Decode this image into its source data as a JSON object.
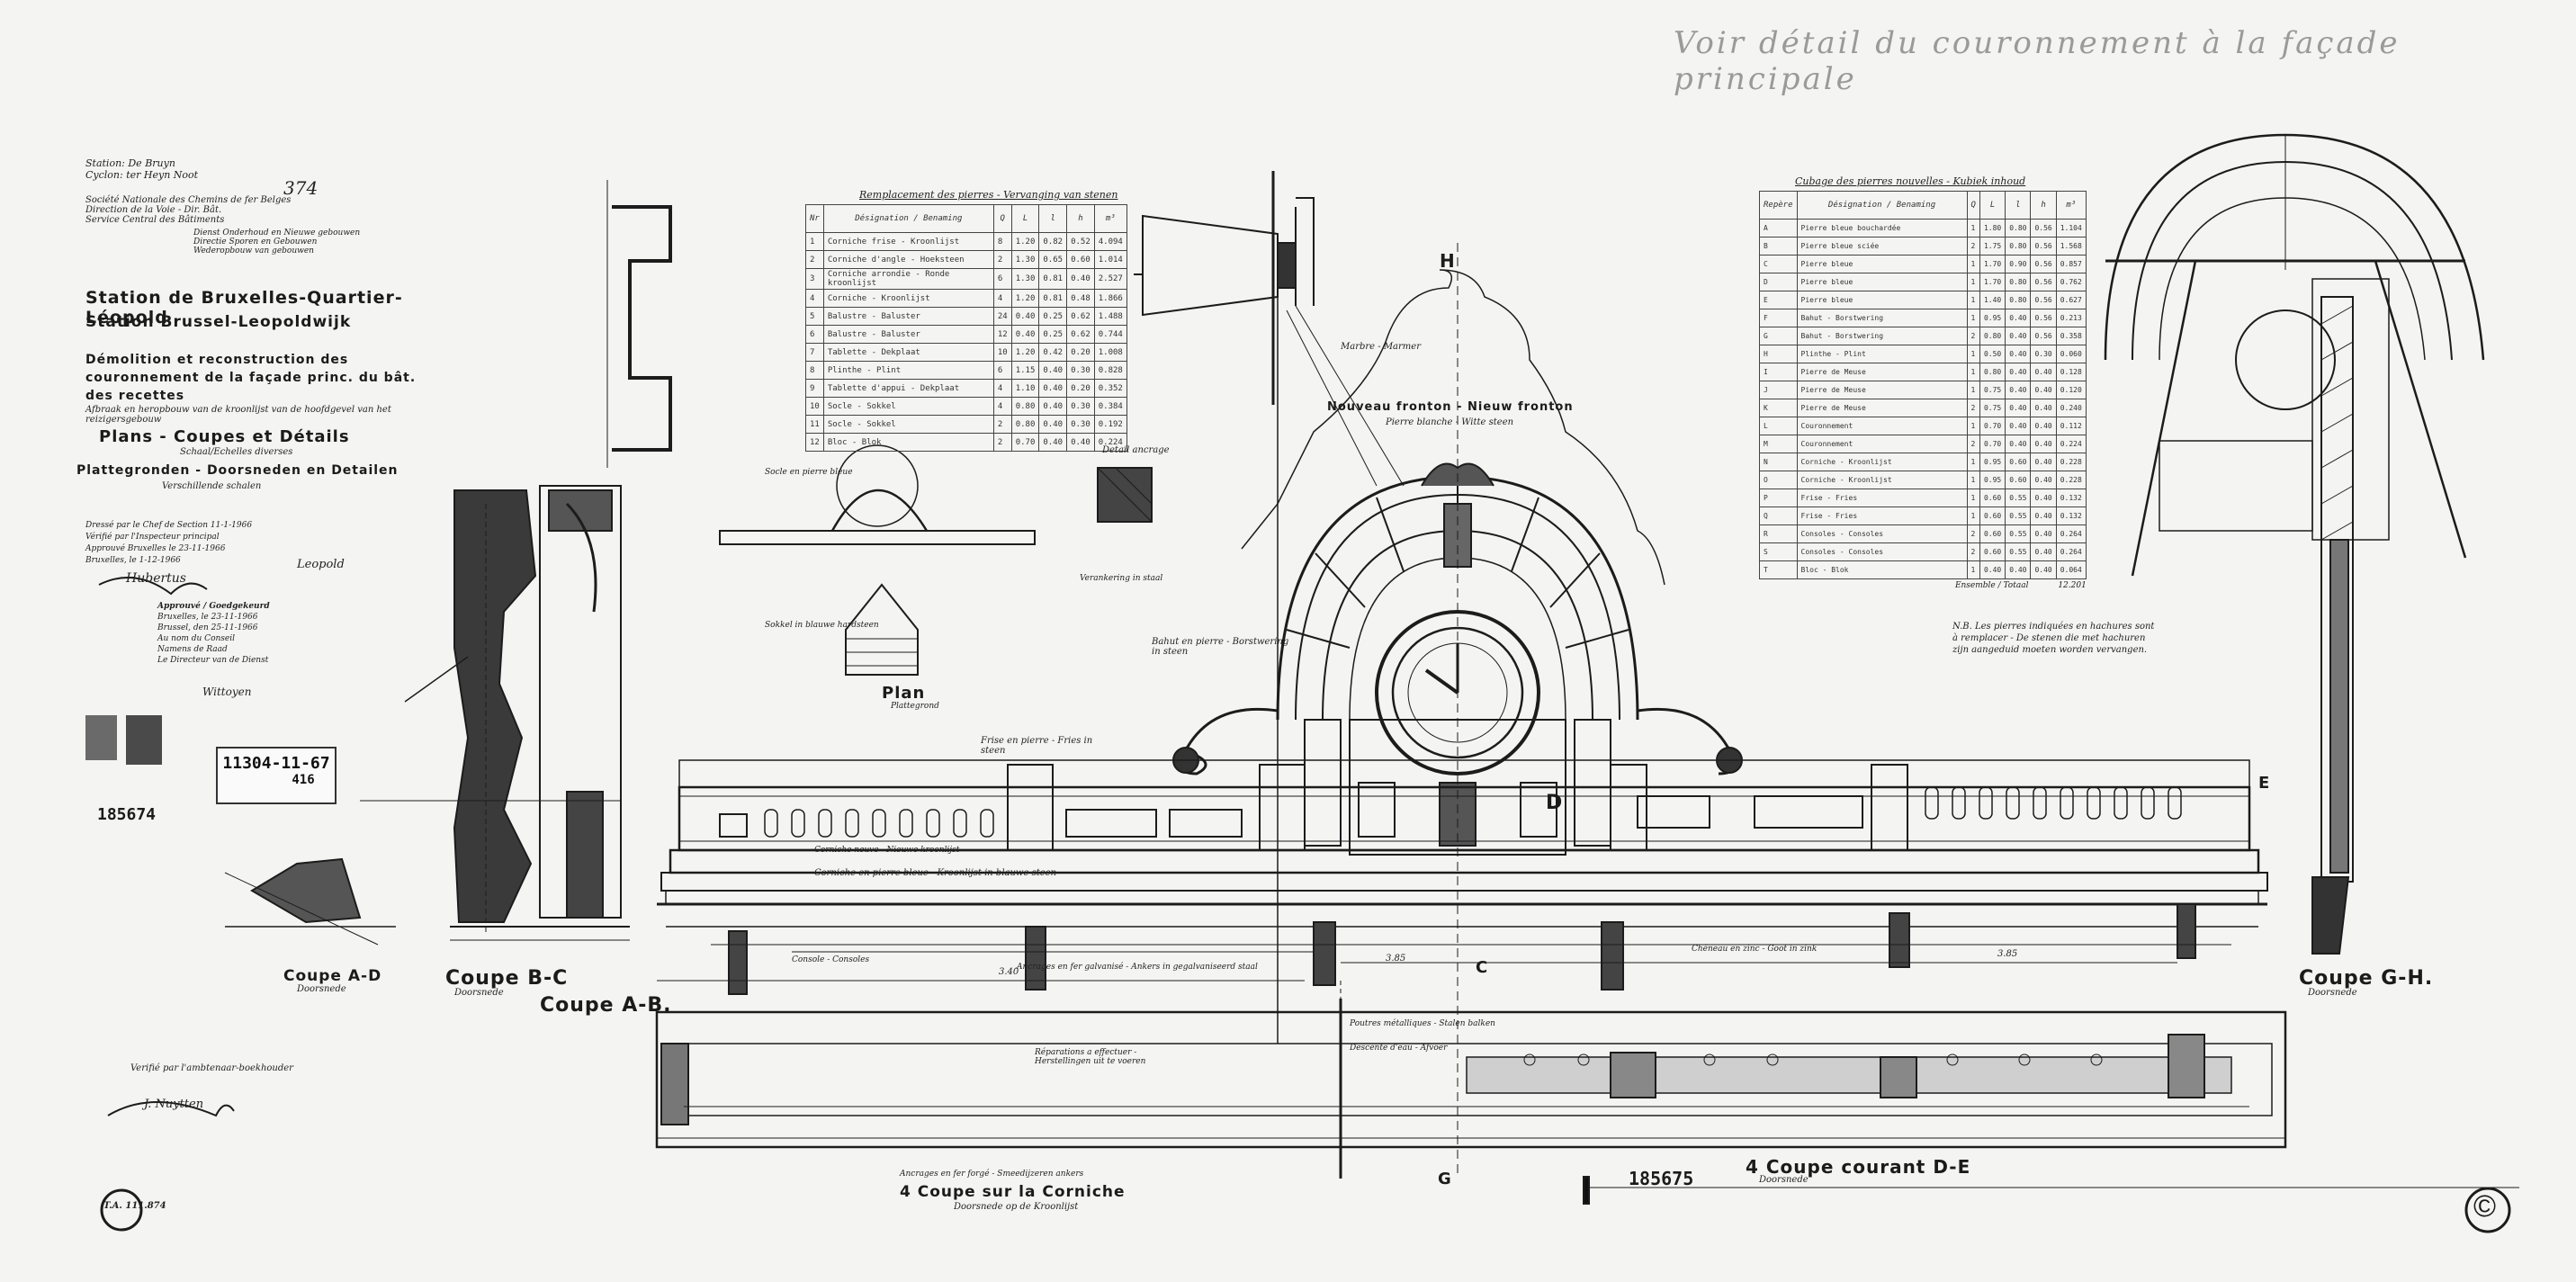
{
  "title_block": {
    "header_small": [
      "Station: De Bruyn",
      "Cyclon: ter Heyn Noot"
    ],
    "number": "374",
    "org_lines": [
      "Société Nationale des Chemins de fer Belges",
      "Direction de la Voie - Dir. Bât.",
      "Service Central des Bâtiments"
    ],
    "dept_lines": [
      "Dienst Onderhoud en Nieuwe gebouwen",
      "Directie Sporen en Gebouwen",
      "Wederopbouw van gebouwen"
    ],
    "station": "Station de Bruxelles-Quartier-Léopold",
    "station_nl": "Station Brussel-Leopoldwijk",
    "project": "Démolition et reconstruction des couronnement de la façade princ. du bât. des recettes",
    "project_nl": "Afbraak en heropbouw van de kroonlijst van de hoofdgevel van het reizigersgebouw",
    "plans": "Plans - Coupes et Détails",
    "plans_sub": "Schaal/Echelles diverses",
    "sections": "Plattegronden - Doorsneden en Detailen",
    "sections_sub": "Verschillende schalen",
    "approvals": [
      "Dressé par le Chef de Section 11-1-1966",
      "Vérifié par l'Inspecteur principal",
      "Approuvé Bruxelles le 23-11-1966",
      "Bruxelles, le 1-12-1966"
    ],
    "signature1": "Hubertus",
    "signature2": "Leopold",
    "approved_label": "Approuvé / Goedgekeurd",
    "approved_lines": [
      "Bruxelles, le 23-11-1966",
      "Brussel, den 25-11-1966",
      "Au nom du Conseil",
      "Namens de Raad",
      "Le Directeur van de Dienst"
    ],
    "signature3": "Wittoyen"
  },
  "stamps": {
    "date_stamp": "11304-11-67",
    "sub_code": "416",
    "archive_left": "185674",
    "archive_bottom": "185675",
    "plan_no": "T.A. 111.874",
    "copyright": "©"
  },
  "tables": {
    "left": {
      "heading": "Remplacement des pierres - Vervanging van stenen",
      "columns": [
        "Nr",
        "Désignation / Benaming",
        "Q",
        "L",
        "l",
        "h",
        "m³"
      ],
      "rows": [
        [
          "1",
          "Corniche frise - Kroonlijst",
          "8",
          "1.20",
          "0.82",
          "0.52",
          "4.094"
        ],
        [
          "2",
          "Corniche d'angle - Hoeksteen",
          "2",
          "1.30",
          "0.65",
          "0.60",
          "1.014"
        ],
        [
          "3",
          "Corniche arrondie - Ronde kroonlijst",
          "6",
          "1.30",
          "0.81",
          "0.40",
          "2.527"
        ],
        [
          "4",
          "Corniche - Kroonlijst",
          "4",
          "1.20",
          "0.81",
          "0.48",
          "1.866"
        ],
        [
          "5",
          "Balustre - Baluster",
          "24",
          "0.40",
          "0.25",
          "0.62",
          "1.488"
        ],
        [
          "6",
          "Balustre - Baluster",
          "12",
          "0.40",
          "0.25",
          "0.62",
          "0.744"
        ],
        [
          "7",
          "Tablette - Dekplaat",
          "10",
          "1.20",
          "0.42",
          "0.20",
          "1.008"
        ],
        [
          "8",
          "Plinthe - Plint",
          "6",
          "1.15",
          "0.40",
          "0.30",
          "0.828"
        ],
        [
          "9",
          "Tablette d'appui - Dekplaat",
          "4",
          "1.10",
          "0.40",
          "0.20",
          "0.352"
        ],
        [
          "10",
          "Socle - Sokkel",
          "4",
          "0.80",
          "0.40",
          "0.30",
          "0.384"
        ],
        [
          "11",
          "Socle - Sokkel",
          "2",
          "0.80",
          "0.40",
          "0.30",
          "0.192"
        ],
        [
          "12",
          "Bloc - Blok",
          "2",
          "0.70",
          "0.40",
          "0.40",
          "0.224"
        ]
      ]
    },
    "right": {
      "heading": "Cubage des pierres nouvelles - Kubiek inhoud",
      "columns": [
        "Repère",
        "Désignation / Benaming",
        "Q",
        "L",
        "l",
        "h",
        "m³"
      ],
      "rows": [
        [
          "A",
          "Pierre bleue bouchardée",
          "1",
          "1.80",
          "0.80",
          "0.56",
          "1.104"
        ],
        [
          "B",
          "Pierre bleue sciée",
          "2",
          "1.75",
          "0.80",
          "0.56",
          "1.568"
        ],
        [
          "C",
          "Pierre bleue",
          "1",
          "1.70",
          "0.90",
          "0.56",
          "0.857"
        ],
        [
          "D",
          "Pierre bleue",
          "1",
          "1.70",
          "0.80",
          "0.56",
          "0.762"
        ],
        [
          "E",
          "Pierre bleue",
          "1",
          "1.40",
          "0.80",
          "0.56",
          "0.627"
        ],
        [
          "F",
          "Bahut - Borstwering",
          "1",
          "0.95",
          "0.40",
          "0.56",
          "0.213"
        ],
        [
          "G",
          "Bahut - Borstwering",
          "2",
          "0.80",
          "0.40",
          "0.56",
          "0.358"
        ],
        [
          "H",
          "Plinthe - Plint",
          "1",
          "0.50",
          "0.40",
          "0.30",
          "0.060"
        ],
        [
          "I",
          "Pierre de Meuse",
          "1",
          "0.80",
          "0.40",
          "0.40",
          "0.128"
        ],
        [
          "J",
          "Pierre de Meuse",
          "1",
          "0.75",
          "0.40",
          "0.40",
          "0.120"
        ],
        [
          "K",
          "Pierre de Meuse",
          "2",
          "0.75",
          "0.40",
          "0.40",
          "0.240"
        ],
        [
          "L",
          "Couronnement",
          "1",
          "0.70",
          "0.40",
          "0.40",
          "0.112"
        ],
        [
          "M",
          "Couronnement",
          "2",
          "0.70",
          "0.40",
          "0.40",
          "0.224"
        ],
        [
          "N",
          "Corniche - Kroonlijst",
          "1",
          "0.95",
          "0.60",
          "0.40",
          "0.228"
        ],
        [
          "O",
          "Corniche - Kroonlijst",
          "1",
          "0.95",
          "0.60",
          "0.40",
          "0.228"
        ],
        [
          "P",
          "Frise - Fries",
          "1",
          "0.60",
          "0.55",
          "0.40",
          "0.132"
        ],
        [
          "Q",
          "Frise - Fries",
          "1",
          "0.60",
          "0.55",
          "0.40",
          "0.132"
        ],
        [
          "R",
          "Consoles - Consoles",
          "2",
          "0.60",
          "0.55",
          "0.40",
          "0.264"
        ],
        [
          "S",
          "Consoles - Consoles",
          "2",
          "0.60",
          "0.55",
          "0.40",
          "0.264"
        ],
        [
          "T",
          "Bloc - Blok",
          "1",
          "0.40",
          "0.40",
          "0.40",
          "0.064"
        ]
      ],
      "total_label": "Ensemble / Totaal",
      "total": "12.201"
    }
  },
  "labels": {
    "top_note": "Voir détail du couronnement à la façade principale",
    "section_ab": "Coupe A-B.",
    "section_ad": "Coupe A-D",
    "section_ad_sub": "Doorsnede",
    "section_bc": "Coupe B-C",
    "section_bc_sub": "Doorsnede",
    "section_gh": "Coupe G-H.",
    "section_gh_sub": "Doorsnede",
    "section_de": "4 Coupe courant D-E",
    "section_de_sub": "Doorsnede",
    "section_cornice": "4 Coupe sur la Corniche",
    "section_cornice_sub": "Doorsnede op de Kroonlijst",
    "new_pediment": "Nouveau fronton - Nieuw fronton",
    "pediment_sub": "Pierre blanche - Witte steen",
    "plan_label": "Plan",
    "plan_sub": "Plattegrond",
    "pedestal": "Socle en pierre bleue",
    "pedestal_note": "Sokkel in blauwe hardsteen",
    "detail_iron": "Detail ancrage",
    "iron_note": "Verankering in staal",
    "note_right": "N.B. Les pierres indiquées en hachures sont à remplacer - De stenen die met hachuren zijn aangeduid moeten worden vervangen.",
    "balcony_note": "Bahut en pierre - Borstwering in steen",
    "frieze_note": "Frise en pierre - Fries in steen",
    "cornice_note": "Corniche en pierre bleue - Kroonlijst in blauwe steen",
    "new_cornice": "Corniche neuve - Nieuwe kroonlijst",
    "corbel_note": "Console - Consoles",
    "marble_note": "Marbre - Marmer",
    "gutter_note": "Chéneau en zinc - Goot in zink",
    "drain_note": "Descente d'eau - Afvoer",
    "beams_note": "Poutres métalliques - Stalen balken",
    "repair_note": "Réparations a effectuer - Herstellingen uit te voeren",
    "anchors_note": "Ancrages en fer galvanisé - Ankers in gegalvaniseerd staal",
    "bottom_note": "Ancrages en fer forgé - Smeedijzeren ankers",
    "sign_note": "Verifié par l'ambtenaar-boekhouder",
    "sign_name": "J. Nuytten",
    "letter_e": "E",
    "letter_d": "D",
    "letter_c": "C",
    "letter_h": "H",
    "letter_g": "G",
    "dim_1": "3.85",
    "dim_2": "3.85",
    "dim_3": "3.40"
  }
}
